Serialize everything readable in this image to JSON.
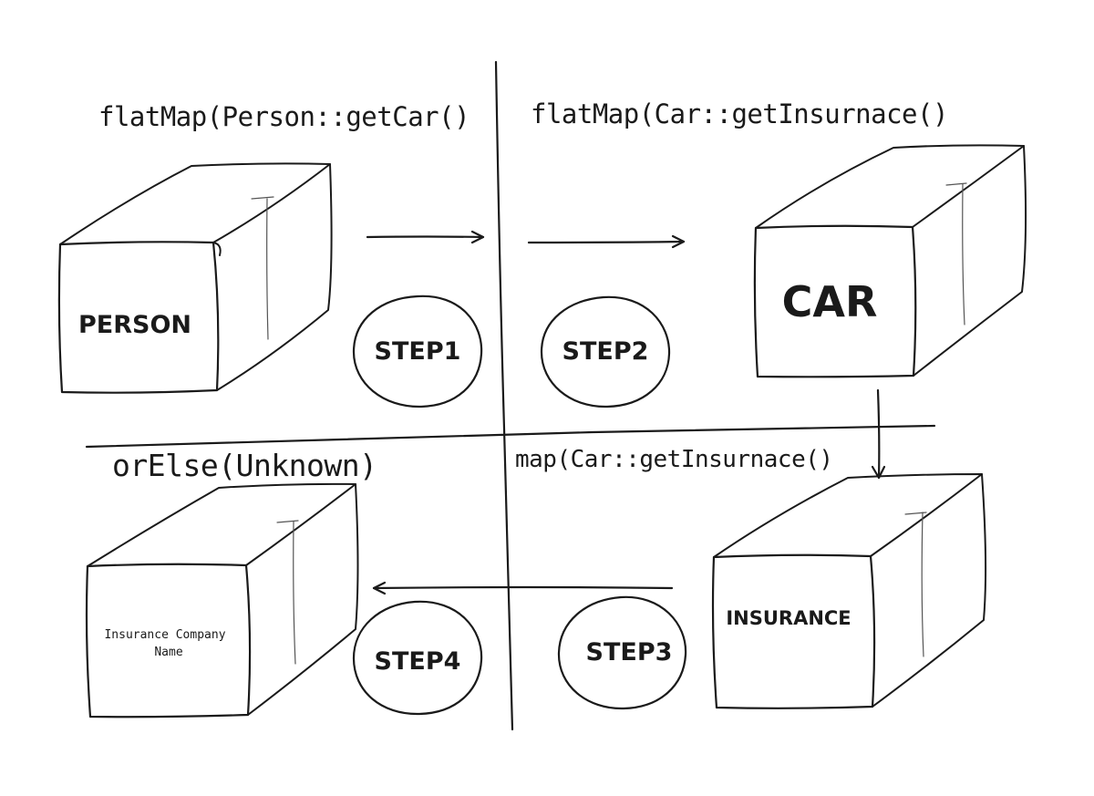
{
  "steps": [
    {
      "title": "flatMap(Person::getCar()",
      "box": "PERSON",
      "step": "STEP1"
    },
    {
      "title": "flatMap(Car::getInsurnace()",
      "box": "CAR",
      "step": "STEP2"
    },
    {
      "title": "map(Car::getInsurnace()",
      "box": "INSURANCE",
      "step": "STEP3"
    },
    {
      "title": "orElse(Unknown)",
      "box_lines": [
        "Insurance Company",
        "Name"
      ],
      "step": "STEP4"
    }
  ]
}
